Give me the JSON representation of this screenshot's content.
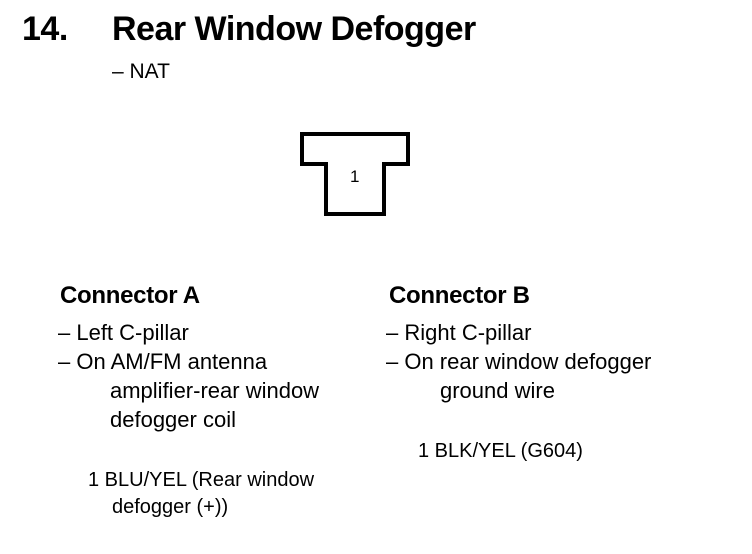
{
  "header": {
    "number": "14.",
    "title": "Rear Window Defogger",
    "subtitle": "– NAT"
  },
  "diagram": {
    "pin_label": "1",
    "stroke_color": "#000000"
  },
  "connector_a": {
    "heading": "Connector A",
    "lines": [
      "– Left C-pillar",
      "– On AM/FM antenna",
      "amplifier-rear window",
      "defogger coil"
    ],
    "pin_lines": [
      "1  BLU/YEL (Rear window",
      "defogger (+))"
    ]
  },
  "connector_b": {
    "heading": "Connector B",
    "lines": [
      "– Right C-pillar",
      "– On rear window defogger",
      "ground wire"
    ],
    "pin_lines": [
      "1  BLK/YEL (G604)"
    ]
  }
}
